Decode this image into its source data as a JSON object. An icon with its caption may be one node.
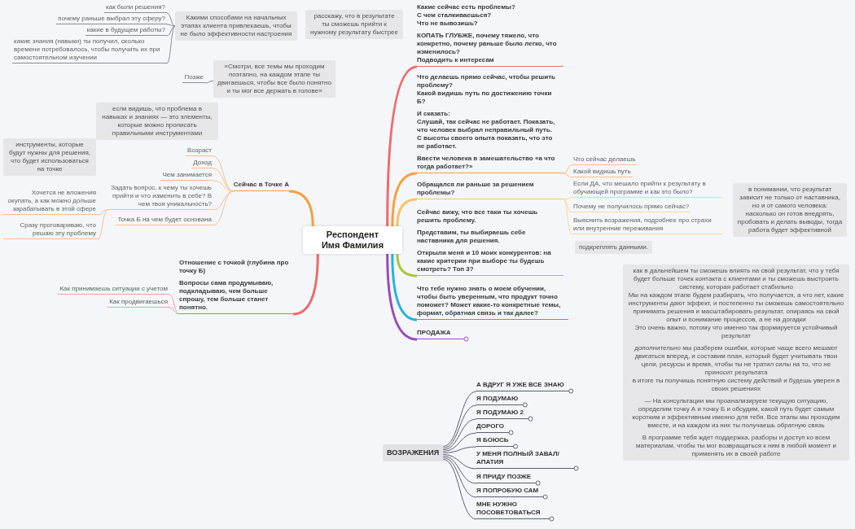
{
  "diagram": {
    "nodes": [
      {
        "text": [
          "Респондент",
          "Имя Фамилия"
        ]
      },
      {
        "text": [
          "Какие сейчас есть проблемы?",
          "С чем сталкиваешься?",
          "Что не вывозишь?",
          "КОПАТЬ ГЛУБЖЕ, почему тяжело, что конкретно, почему раньше было легко, что изменилось?",
          "Подводить к интересам"
        ]
      },
      {
        "text": [
          "Что делаешь прямо сейчас, чтобы решить проблему?",
          "Какой видишь путь по достижению точки Б?",
          "И сказать:",
          "Слушай, так сейчас не работает. Показать, что человек выбрал неправильный путь. С высоты своего опыта показать, что это не работает.",
          "Ввести человека в замешательство «а что тогда работает?»"
        ]
      },
      {
        "text": [
          "Что сейчас делаешь"
        ]
      },
      {
        "text": [
          "Какой видишь путь"
        ]
      },
      {
        "text": [
          "Обращался ли раньше за решением проблемы?"
        ]
      },
      {
        "text": [
          "Если ДА, что мешало прийти к результату в обучающей программе и как это было?"
        ]
      },
      {
        "text": [
          "Почему не получилось прямо сейчас?"
        ]
      },
      {
        "text": [
          "Выяснить возражения, подробнее про страхи или внутренние переживания"
        ]
      },
      {
        "text": [
          "подкреплять данными."
        ]
      },
      {
        "text": [
          "Сейчас вижу, что все таки ты хочешь решить проблему.",
          "Представим, ты выбираешь себе наставника для решения.",
          "Открыли меня и 10 моих конкурентов: на какие критерии при выборе ты будешь смотреть? Топ 3?"
        ]
      },
      {
        "text": [
          "Что тебе нужно знать о моем обучении, чтобы быть уверенным, что продукт точно поможет? Может какие-то конкретные темы, формат, обратная связь и так далее?"
        ]
      },
      {
        "text": [
          "ПРОДАЖА"
        ]
      },
      {
        "text": [
          "в понимании, что результат зависит не только от наставника, но и от самого человека: насколько он готов внедрять, пробовать и делать выводы, тогда работа будет эффективной"
        ]
      },
      {
        "text": [
          "как в дальнейшем ты сможешь влиять на свой результат, что у тебя будет больше точек контакта с клиентами и ты сможешь выстроить систему, которая работает стабильно",
          "Мы на каждом этапе будем разбирать, что получается, а что нет, какие инструменты дают эффект, и постепенно ты сможешь самостоятельно принимать решения и масштабировать результат, опираясь на свой опыт и понимание процессов, а не на догадки",
          "Это очень важно, потому что именно так формируется устойчивый результат",
          "дополнительно мы разберем ошибки, которые чаще всего мешают двигаться вперед, и составим план, который будет учитывать твои цели, ресурсы и время, чтобы ты не тратил силы на то, что не приносит результата",
          "в итоге ты получишь понятную систему действий и будешь уверен в своих решениях",
          "— На консультации мы проанализируем текущую ситуацию, определим точку А и точку Б и обсудим, какой путь будет самым коротким и эффективным именно для тебя. Все этапы мы проходим вместе, и на каждом из них ты получаешь обратную связь",
          "В программе тебя ждет поддержка, разборы и доступ ко всем материалам, чтобы ты мог возвращаться к ним в любой момент и применять их в своей работе"
        ]
      },
      {
        "text": [
          "Сейчас в Точке А"
        ]
      },
      {
        "text": [
          "Возраст"
        ]
      },
      {
        "text": [
          "Доход"
        ]
      },
      {
        "text": [
          "Чем занимается"
        ]
      },
      {
        "text": [
          "Задать вопрос, к чему ты хочешь прийти и что изменить в себе? В чем твоя уникальность?"
        ]
      },
      {
        "text": [
          "Хочется не вложения окупать, а как можно дольше зарабатывать в этой сфере"
        ]
      },
      {
        "text": [
          "Сразу проговариваю, что решаю эту проблему"
        ]
      },
      {
        "text": [
          "Точка Б на чем будет основана"
        ]
      },
      {
        "text": [
          "если видишь, что проблема в навыках и знаниях — это элементы, которые можно прописать правильными инструментами"
        ]
      },
      {
        "text": [
          "инструменты, которые будут нужны для решения, что будет использоваться на точке"
        ]
      },
      {
        "text": [
          "Отношение с точкой (глубина про точку Б)",
          "Вопросы сама продумываю, подкладываю, чем больше спрошу, тем больше станет понятно."
        ]
      },
      {
        "text": [
          "Как принимаешь ситуации с учетом"
        ]
      },
      {
        "text": [
          "Как продвигаешься"
        ]
      },
      {
        "text": [
          "Какими способами на начальных этапах клиента привлекаешь, чтобы не было эффективности настроения"
        ]
      },
      {
        "text": [
          "как были решения?"
        ]
      },
      {
        "text": [
          "почему раньше выбрал эту сферу?"
        ]
      },
      {
        "text": [
          "какие в будущем работы?"
        ]
      },
      {
        "text": [
          "какие знания (навыки) ты получил, сколько времени потребовалось, чтобы получить их при самостоятельном изучении"
        ]
      },
      {
        "text": [
          "расскажу, что в результате ты сможешь прийти к нужному результату быстрее"
        ]
      },
      {
        "text": [
          "Позже"
        ]
      },
      {
        "text": [
          "«Смотри, все темы мы проходим поэтапно, на каждом этапе ты двигаешься, чтобы все было понятно и ты мог все держать в голове»"
        ]
      },
      {
        "text": [
          "ВОЗРАЖЕНИЯ"
        ]
      },
      {
        "text": [
          "А ВДРУГ Я УЖЕ ВСЕ ЗНАЮ"
        ]
      },
      {
        "text": [
          "Я ПОДУМАЮ"
        ]
      },
      {
        "text": [
          "Я ПОДУМАЮ 2"
        ]
      },
      {
        "text": [
          "ДОРОГО"
        ]
      },
      {
        "text": [
          "Я БОЮСЬ"
        ]
      },
      {
        "text": [
          "У МЕНЯ ПОЛНЫЙ ЗАВАЛ/ АПАТИЯ"
        ]
      },
      {
        "text": [
          "Я ПРИДУ ПОЗЖЕ"
        ]
      },
      {
        "text": [
          "Я ПОПРОБУЮ САМ"
        ]
      },
      {
        "text": [
          "МНЕ НУЖНО ПОСОВЕТОВАТЬСЯ"
        ]
      }
    ],
    "edges": [
      {
        "from": 0,
        "to": 1,
        "arrow": "none",
        "style": "thick",
        "color": "#f06a6a"
      },
      {
        "from": 0,
        "to": 2,
        "arrow": "none",
        "style": "thick",
        "color": "#f5a13c"
      },
      {
        "from": 2,
        "to": 3,
        "arrow": "none",
        "color": "#f8c08a"
      },
      {
        "from": 2,
        "to": 4,
        "arrow": "none",
        "color": "#f8c08a"
      },
      {
        "from": 0,
        "to": 5,
        "arrow": "none",
        "style": "thick",
        "color": "#f7c46a"
      },
      {
        "from": 5,
        "to": 6,
        "arrow": "none",
        "color": "#f9d99a"
      },
      {
        "from": 5,
        "to": 7,
        "arrow": "none",
        "color": "#f9d99a"
      },
      {
        "from": 5,
        "to": 8,
        "arrow": "none",
        "color": "#f9d99a"
      },
      {
        "from": 0,
        "to": 10,
        "arrow": "none",
        "style": "thick",
        "color": "#a6c83c"
      },
      {
        "from": 0,
        "to": 11,
        "arrow": "none",
        "style": "thick",
        "color": "#22b4de"
      },
      {
        "from": 0,
        "to": 12,
        "arrow": "none",
        "style": "thick",
        "color": "#9b4bb9"
      },
      {
        "from": 0,
        "to": 15,
        "arrow": "none",
        "style": "thick",
        "color": "#f5a13c"
      },
      {
        "from": 15,
        "to": 16,
        "arrow": "none",
        "color": "#f8c08a"
      },
      {
        "from": 15,
        "to": 17,
        "arrow": "none",
        "color": "#f8c08a"
      },
      {
        "from": 15,
        "to": 18,
        "arrow": "none",
        "color": "#f8c08a"
      },
      {
        "from": 15,
        "to": 19,
        "arrow": "none",
        "color": "#f8c08a"
      },
      {
        "from": 19,
        "to": 20,
        "arrow": "none",
        "color": "#f8c08a"
      },
      {
        "from": 19,
        "to": 21,
        "arrow": "none",
        "color": "#f8c08a"
      },
      {
        "from": 15,
        "to": 22,
        "arrow": "none",
        "color": "#f8c08a"
      },
      {
        "from": 0,
        "to": 25,
        "arrow": "none",
        "style": "thick",
        "color": "#f06a6a"
      },
      {
        "from": 25,
        "to": 26,
        "arrow": "none",
        "color": "#f4a0a0"
      },
      {
        "from": 25,
        "to": 27,
        "arrow": "none",
        "color": "#f4a0a0"
      },
      {
        "from": 28,
        "to": 29,
        "arrow": "none",
        "color": "#8c8c94"
      },
      {
        "from": 28,
        "to": 30,
        "arrow": "none",
        "color": "#8c8c94"
      },
      {
        "from": 28,
        "to": 31,
        "arrow": "none",
        "color": "#8c8c94"
      },
      {
        "from": 28,
        "to": 32,
        "arrow": "none",
        "color": "#8c8c94"
      },
      {
        "from": 35,
        "to": 34,
        "arrow": "none",
        "color": "#8c8c94"
      },
      {
        "from": 36,
        "to": 37,
        "arrow": "none",
        "color": "#5c5f6e"
      },
      {
        "from": 36,
        "to": 38,
        "arrow": "none",
        "color": "#5c5f6e"
      },
      {
        "from": 36,
        "to": 39,
        "arrow": "none",
        "color": "#5c5f6e"
      },
      {
        "from": 36,
        "to": 40,
        "arrow": "none",
        "color": "#5c5f6e"
      },
      {
        "from": 36,
        "to": 41,
        "arrow": "none",
        "color": "#5c5f6e"
      },
      {
        "from": 36,
        "to": 42,
        "arrow": "none",
        "color": "#5c5f6e"
      },
      {
        "from": 36,
        "to": 43,
        "arrow": "none",
        "color": "#5c5f6e"
      },
      {
        "from": 36,
        "to": 44,
        "arrow": "none",
        "color": "#5c5f6e"
      },
      {
        "from": 36,
        "to": 45,
        "arrow": "none",
        "color": "#5c5f6e"
      }
    ]
  }
}
